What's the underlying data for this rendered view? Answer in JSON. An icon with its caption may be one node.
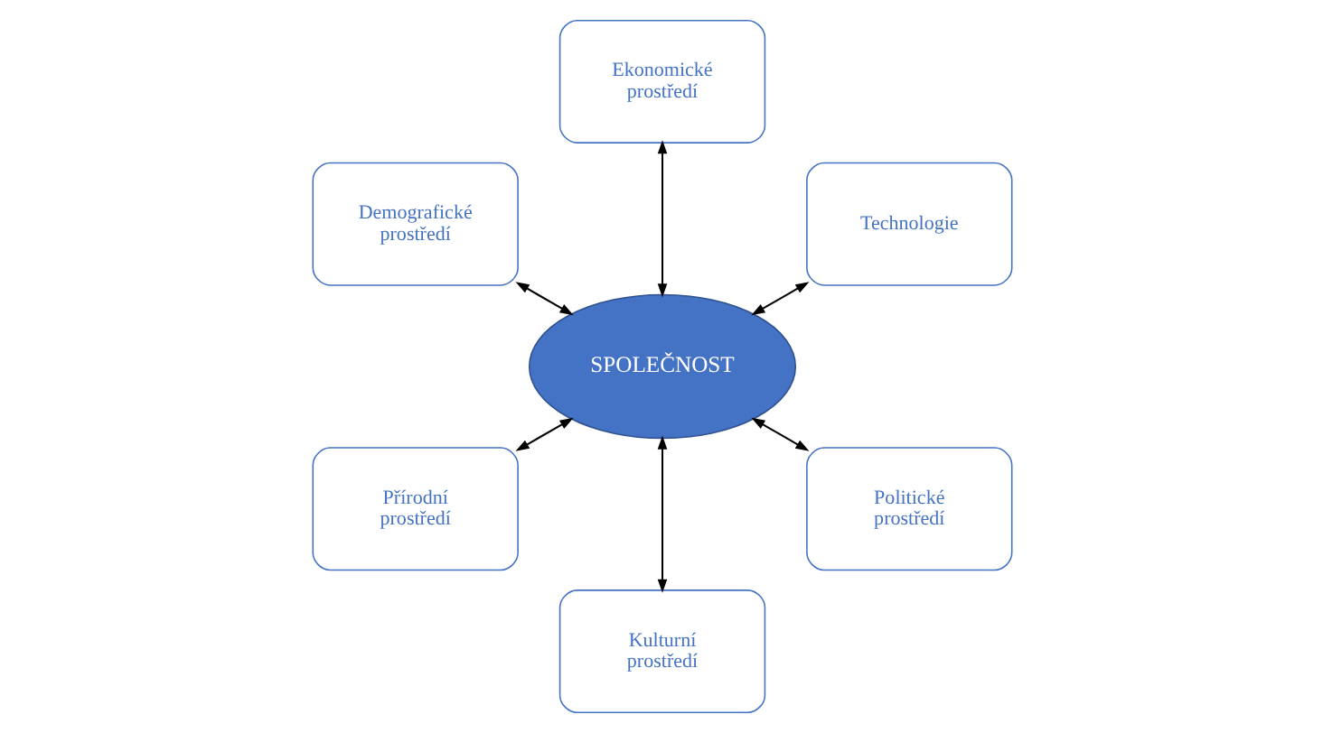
{
  "diagram": {
    "nodes": [
      {
        "text": [
          "Technologie"
        ]
      },
      {
        "text": [
          "Ekonomické prostředí"
        ]
      },
      {
        "text": [
          "Demografické prostředí"
        ]
      },
      {
        "text": [
          "SPOLEČNOST"
        ]
      },
      {
        "text": [
          "Přírodní prostředí"
        ]
      },
      {
        "text": [
          "Kulturní prostředí"
        ]
      },
      {
        "text": [
          "Politické prostředí"
        ]
      }
    ],
    "edges": [
      {
        "from": 3,
        "to": 0,
        "arrow": "both"
      },
      {
        "from": 3,
        "to": 1,
        "arrow": "both"
      },
      {
        "from": 3,
        "to": 2,
        "arrow": "both"
      },
      {
        "from": 3,
        "to": 4,
        "arrow": "both"
      },
      {
        "from": 3,
        "to": 5,
        "arrow": "both"
      },
      {
        "from": 3,
        "to": 6,
        "arrow": "both"
      }
    ]
  }
}
